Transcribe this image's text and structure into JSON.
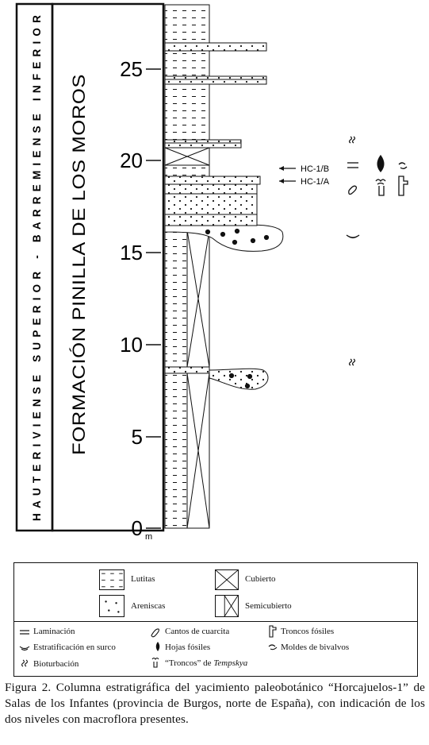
{
  "column": {
    "age_label": "HAUTERIVIENSE SUPERIOR - BARREMIENSE INFERIOR",
    "formation_label": "FORMACIÓN PINILLA DE LOS MOROS",
    "scale_ticks": [
      "0",
      "5",
      "10",
      "15",
      "20",
      "25"
    ],
    "scale_unit": "m",
    "samples": [
      "HC-1/B",
      "HC-1/A"
    ]
  },
  "legend": {
    "lithology": {
      "lutitas": "Lutitas",
      "areniscas": "Areniscas",
      "cubierto": "Cubierto",
      "semicubierto": "Semicubierto"
    },
    "symbols": {
      "laminacion": "Laminación",
      "estratificacion": "Estratificación en surco",
      "bioturbacion": "Bioturbación",
      "cantos": "Cantos de cuarcita",
      "hojas": "Hojas fósiles",
      "troncos_tempskya_prefix": "“Troncos” de ",
      "troncos_tempskya_italic": "Tempskya",
      "troncos": "Troncos fósiles",
      "moldes": "Moldes de bivalvos"
    }
  },
  "caption": "Figura 2. Columna estratigráfica del yacimiento paleobotánico “Horcajuelos-1” de Salas de los Infantes (provincia de Burgos, norte de España), con indicación de los dos niveles con macroflora presentes."
}
